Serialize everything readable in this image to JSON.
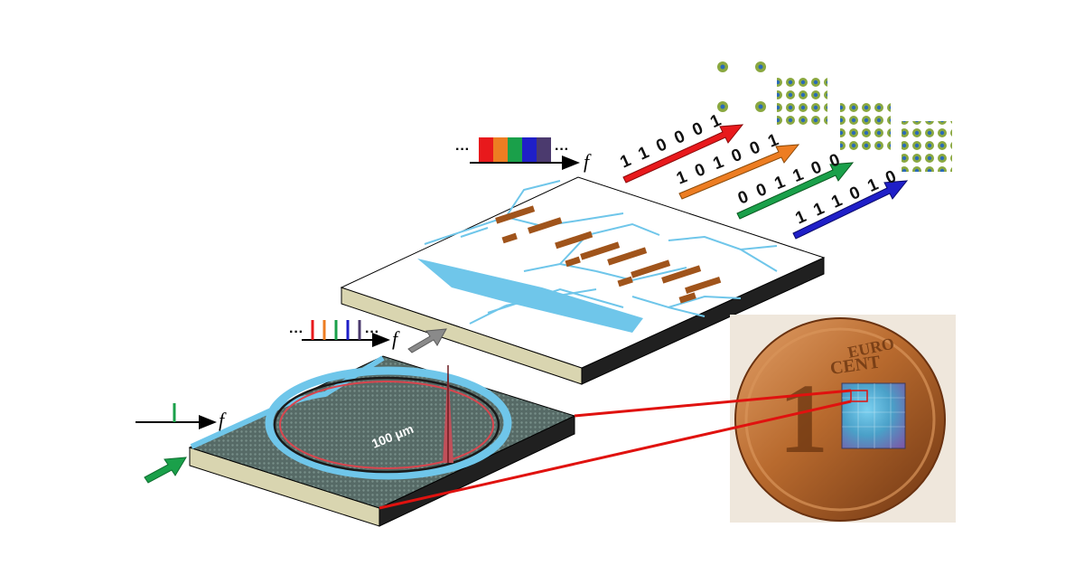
{
  "spectrum_labels": {
    "input_axis": "f",
    "comb_axis": "f",
    "output_axis": "f",
    "ellipsis": "···"
  },
  "scale_bar": "100 μm",
  "channels": [
    {
      "bits": "1 1 0 0 0 1",
      "color": "#e8191c"
    },
    {
      "bits": "1 0 1 0 0 1",
      "color": "#ed7d22"
    },
    {
      "bits": "0 0 1 1 0 0",
      "color": "#1aa04a"
    },
    {
      "bits": "1 1 1 0 1 0",
      "color": "#1f1fc8"
    }
  ],
  "colors": {
    "red": "#e8191c",
    "orange": "#ed7d22",
    "green": "#1aa04a",
    "blue": "#1f1fc8",
    "purple": "#4b3a6e",
    "waveguide": "#6fc6ea",
    "electrode": "#a0541b",
    "connector": "#e0120f",
    "copper": "#b46a32"
  },
  "coin": {
    "denomination": "1",
    "word": "EURO",
    "subword": "CENT"
  }
}
